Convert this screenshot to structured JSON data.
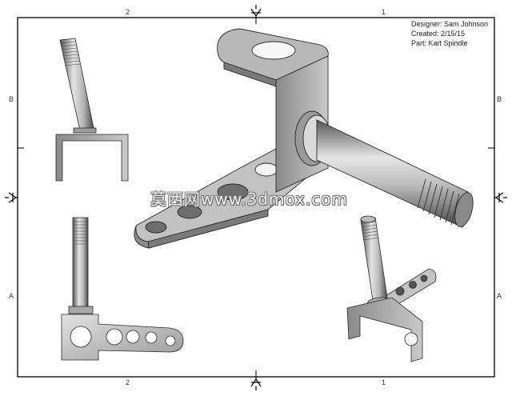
{
  "title_block": {
    "designer": "Designer: Sam Johnson",
    "created": "Created: 2/15/15",
    "part": "Part: Kart Spindle"
  },
  "zones": {
    "top_left": "2",
    "top_right": "1",
    "bottom_left": "2",
    "bottom_right": "1",
    "left_upper": "B",
    "left_lower": "A",
    "right_upper": "B",
    "right_lower": "A"
  },
  "watermark": "莫西网www.3dmox.com",
  "colors": {
    "border": "#000000",
    "part_light": "#d4d4d4",
    "part_mid": "#a8a8a8",
    "part_dark": "#6e6e6e",
    "outline": "#2a2a2a"
  },
  "icons": [
    "centering-arrow-icon"
  ]
}
